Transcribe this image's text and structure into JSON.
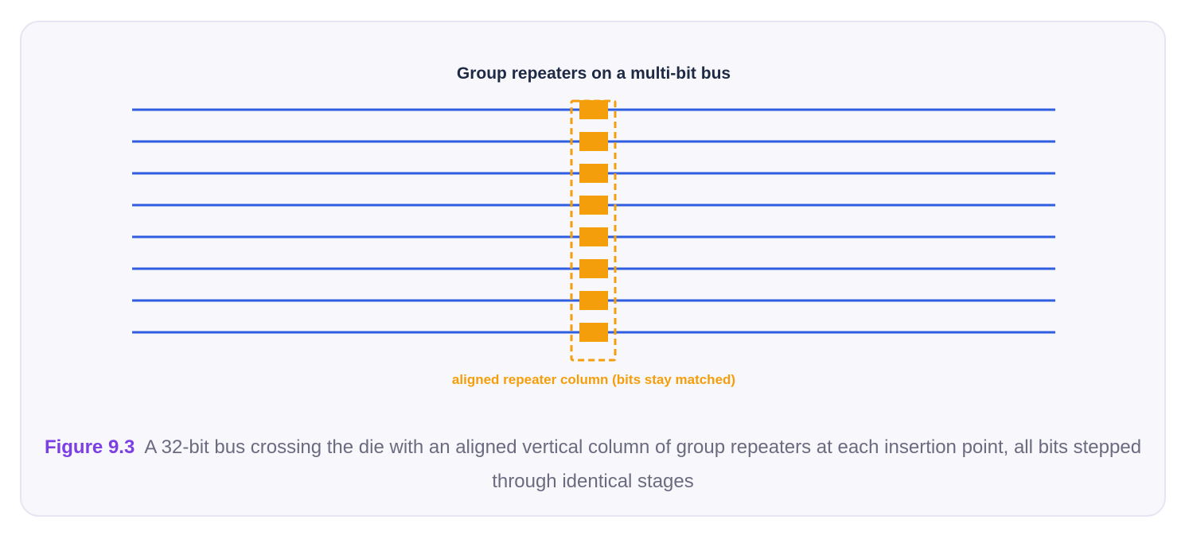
{
  "diagram": {
    "title": "Group repeaters on a multi-bit bus",
    "bus_line_count": 8,
    "repeater_count": 8,
    "column_label": "aligned repeater column (bits stay matched)",
    "colors": {
      "bus_line": "#2f5fe0",
      "repeater": "#f59e0b",
      "column_outline": "#f59e0b",
      "title": "#1e2a44",
      "column_label": "#f59e0b"
    }
  },
  "caption": {
    "label": "Figure 9.3",
    "text": "A 32-bit bus crossing the die with an aligned vertical column of group repeaters at each insertion point, all bits stepped through identical stages"
  }
}
